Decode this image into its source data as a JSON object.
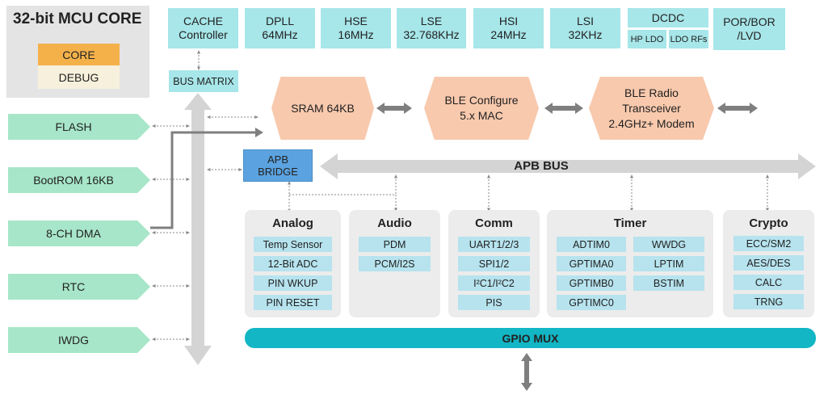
{
  "mcu": {
    "title": "32-bit MCU CORE",
    "core": "CORE",
    "debug": "DEBUG"
  },
  "clocks": [
    {
      "line1": "CACHE",
      "line2": "Controller"
    },
    {
      "line1": "DPLL",
      "line2": "64MHz"
    },
    {
      "line1": "HSE",
      "line2": "16MHz"
    },
    {
      "line1": "LSE",
      "line2": "32.768KHz"
    },
    {
      "line1": "HSI",
      "line2": "24MHz"
    },
    {
      "line1": "LSI",
      "line2": "32KHz"
    }
  ],
  "dcdc": {
    "title": "DCDC",
    "hp_ldo": "HP LDO",
    "ldo_rfs": "LDO RFs"
  },
  "por": {
    "line1": "POR/BOR",
    "line2": "/LVD"
  },
  "bus_matrix": "BUS MATRIX",
  "left_peripherals": [
    "FLASH",
    "BootROM 16KB",
    "8-CH DMA",
    "RTC",
    "IWDG"
  ],
  "core_blocks": [
    {
      "line1": "SRAM 64KB",
      "line2": "",
      "line3": ""
    },
    {
      "line1": "BLE Configure",
      "line2": "5.x MAC",
      "line3": ""
    },
    {
      "line1": "BLE Radio",
      "line2": "Transceiver",
      "line3": "2.4GHz+ Modem"
    }
  ],
  "apb_bridge": {
    "line1": "APB",
    "line2": "BRIDGE"
  },
  "apb_bus": "APB BUS",
  "groups": {
    "analog": {
      "title": "Analog",
      "items": [
        "Temp Sensor",
        "12-Bit ADC",
        "PIN WKUP",
        "PIN RESET"
      ]
    },
    "audio": {
      "title": "Audio",
      "items": [
        "PDM",
        "PCM/I2S"
      ]
    },
    "comm": {
      "title": "Comm",
      "items": [
        "UART1/2/3",
        "SPI1/2",
        "I²C1/I²C2",
        "PIS"
      ]
    },
    "timer": {
      "title": "Timer",
      "col1": [
        "ADTIM0",
        "GPTIMA0",
        "GPTIMB0",
        "GPTIMC0"
      ],
      "col2": [
        "WWDG",
        "LPTIM",
        "BSTIM"
      ]
    },
    "crypto": {
      "title": "Crypto",
      "items": [
        "ECC/SM2",
        "AES/DES",
        "CALC",
        "TRNG"
      ]
    }
  },
  "gpio_mux": "GPIO MUX",
  "colors": {
    "clock": "#a7e6e9",
    "periph": "#a7e6c8",
    "core": "#f4b14a",
    "hex": "#f8c9ad",
    "bridge": "#5ba3e0",
    "gpio": "#12b6c4",
    "arrow": "#888888"
  }
}
